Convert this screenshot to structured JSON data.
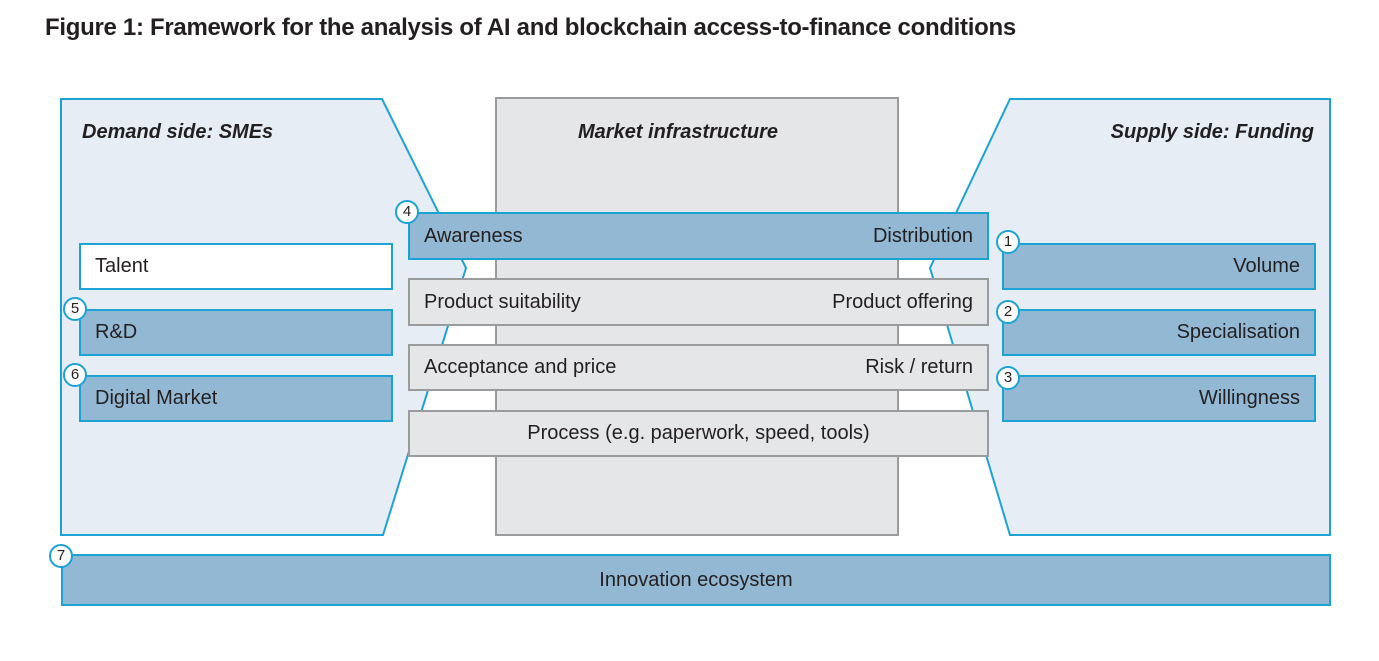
{
  "title": "Figure 1: Framework for the analysis of AI and blockchain access-to-finance conditions",
  "colors": {
    "panel_fill": "#e6edf4",
    "panel_border": "#1ba3d6",
    "highlight_fill": "#93b8d3",
    "neutral_fill": "#e5e6e8",
    "neutral_border": "#9a9b9d"
  },
  "demand_side": {
    "title": "Demand side: SMEs",
    "items": [
      {
        "number": "",
        "label": "Talent",
        "highlighted": false
      },
      {
        "number": "5",
        "label": "R&D",
        "highlighted": true
      },
      {
        "number": "6",
        "label": "Digital Market",
        "highlighted": true
      }
    ]
  },
  "market_infrastructure": {
    "title": "Market infrastructure",
    "rows": [
      {
        "number": "4",
        "left": "Awareness",
        "right": "Distribution",
        "highlighted": true
      },
      {
        "number": "",
        "left": "Product suitability",
        "right": "Product offering",
        "highlighted": false
      },
      {
        "number": "",
        "left": "Acceptance and price",
        "right": "Risk / return",
        "highlighted": false
      },
      {
        "number": "",
        "center": "Process (e.g. paperwork, speed, tools)",
        "highlighted": false
      }
    ]
  },
  "supply_side": {
    "title": "Supply side: Funding",
    "items": [
      {
        "number": "1",
        "label": "Volume",
        "highlighted": true
      },
      {
        "number": "2",
        "label": "Specialisation",
        "highlighted": true
      },
      {
        "number": "3",
        "label": "Willingness",
        "highlighted": true
      }
    ]
  },
  "ecosystem": {
    "number": "7",
    "label": "Innovation ecosystem"
  }
}
